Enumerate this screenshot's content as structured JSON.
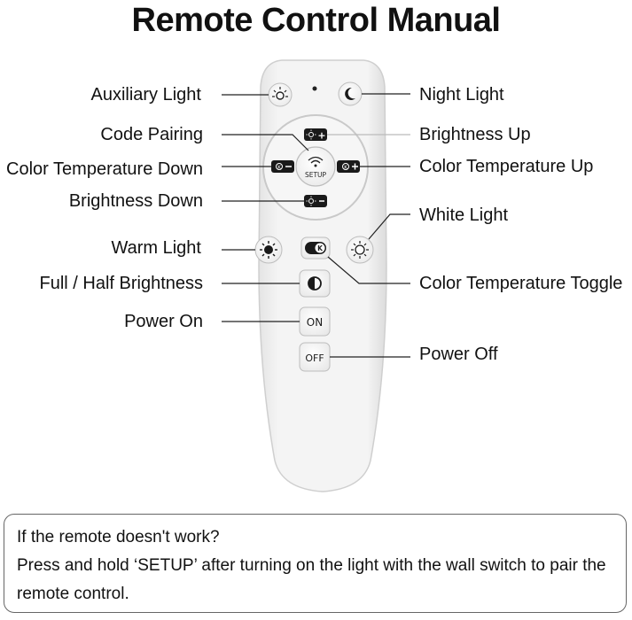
{
  "title": "Remote Control Manual",
  "labels": {
    "auxiliary_light": "Auxiliary Light",
    "night_light": "Night Light",
    "code_pairing": "Code Pairing",
    "brightness_up": "Brightness Up",
    "color_temperature_down": "Color Temperature Down",
    "color_temperature_up": "Color Temperature Up",
    "brightness_down": "Brightness Down",
    "white_light": "White Light",
    "warm_light": "Warm Light",
    "full_half_brightness": "Full / Half Brightness",
    "color_temperature_toggle": "Color Temperature Toggle",
    "power_on": "Power On",
    "power_off": "Power Off"
  },
  "buttons": {
    "setup": "SETUP",
    "on": "ON",
    "off": "OFF",
    "toggle_letter": "K"
  },
  "note": {
    "line1": "If the remote doesn't work?",
    "line2": "Press and hold ‘SETUP’ after turning on the light with the wall switch to pair the",
    "line3": "remote control."
  },
  "colors": {
    "remote_body": "#f2f2f2",
    "remote_edge": "#d6d6d6",
    "button_face": "#fbfbfb",
    "icon_dark": "#1a1a1a"
  }
}
